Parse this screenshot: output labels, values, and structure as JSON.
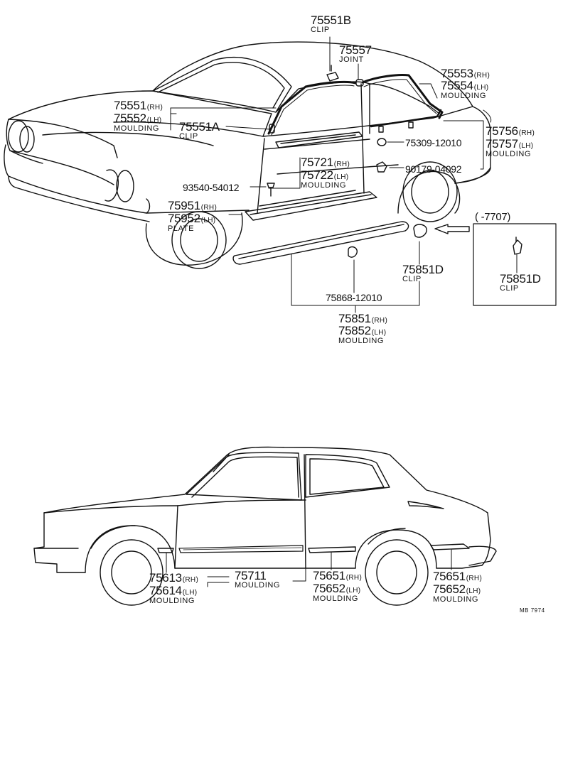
{
  "labels": [
    {
      "id": "75551B",
      "num": "75551B",
      "side": "",
      "name": "CLIP"
    },
    {
      "id": "75557",
      "num": "75557",
      "side": "",
      "name": "JOINT"
    },
    {
      "id": "75553",
      "num": "75553",
      "side": "(RH)",
      "name": ""
    },
    {
      "id": "75554",
      "num": "75554",
      "side": "(LH)",
      "name": "MOULDING"
    },
    {
      "id": "75551",
      "num": "75551",
      "side": "(RH)",
      "name": ""
    },
    {
      "id": "75552",
      "num": "75552",
      "side": "(LH)",
      "name": "MOULDING"
    },
    {
      "id": "75551A",
      "num": "75551A",
      "side": "",
      "name": "CLIP"
    },
    {
      "id": "75756",
      "num": "75756",
      "side": "(RH)",
      "name": ""
    },
    {
      "id": "75757",
      "num": "75757",
      "side": "(LH)",
      "name": "MOULDING"
    },
    {
      "id": "75309",
      "num": "75309-12010",
      "side": "",
      "name": ""
    },
    {
      "id": "75721",
      "num": "75721",
      "side": "(RH)",
      "name": ""
    },
    {
      "id": "75722",
      "num": "75722",
      "side": "(LH)",
      "name": "MOULDING"
    },
    {
      "id": "90179",
      "num": "90179-04092",
      "side": "",
      "name": ""
    },
    {
      "id": "93540",
      "num": "93540-54012",
      "side": "",
      "name": ""
    },
    {
      "id": "75951",
      "num": "75951",
      "side": "(RH)",
      "name": ""
    },
    {
      "id": "75952",
      "num": "75952",
      "side": "(LH)",
      "name": "PLATE"
    },
    {
      "id": "75851D",
      "num": "75851D",
      "side": "",
      "name": "CLIP"
    },
    {
      "id": "75868",
      "num": "75868-12010",
      "side": "",
      "name": ""
    },
    {
      "id": "75851",
      "num": "75851",
      "side": "(RH)",
      "name": ""
    },
    {
      "id": "75852",
      "num": "75852",
      "side": "(LH)",
      "name": "MOULDING"
    },
    {
      "id": "75851D-inset",
      "num": "75851D",
      "side": "",
      "name": "CLIP"
    },
    {
      "id": "75613",
      "num": "75613",
      "side": "(RH)",
      "name": ""
    },
    {
      "id": "75614",
      "num": "75614",
      "side": "(LH)",
      "name": "MOULDING"
    },
    {
      "id": "75711",
      "num": "75711",
      "side": "",
      "name": "MOULDING"
    },
    {
      "id": "75651-front",
      "num": "75651",
      "side": "(RH)",
      "name": ""
    },
    {
      "id": "75652-front",
      "num": "75652",
      "side": "(LH)",
      "name": "MOULDING"
    },
    {
      "id": "75651-rear",
      "num": "75651",
      "side": "(RH)",
      "name": ""
    },
    {
      "id": "75652-rear",
      "num": "75652",
      "side": "(LH)",
      "name": "MOULDING"
    }
  ],
  "inset": {
    "range": "(      -7707)"
  },
  "figure_code": "MB 7974"
}
